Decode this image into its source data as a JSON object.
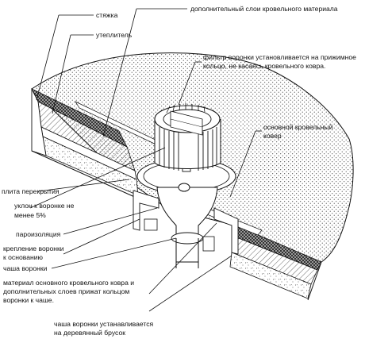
{
  "title": "",
  "labels": {
    "screed": "стяжка",
    "insulation": "утеплитель",
    "extra_layer": "дополнительный слои кровельного материала",
    "filter_line1": "фильтр воронки установливается на прижимное",
    "filter_line2": "кольцо, не касаясь  кровельного ковра.",
    "main_carpet_line1": "основной кровельный",
    "main_carpet_line2": "ковер",
    "slab": "плита перекрытия",
    "slope_line1": "уклон  к воронке не",
    "slope_line2": "менее 5%",
    "vapor_barrier": "пароизоляция",
    "fastening_line1": "крепление воронки",
    "fastening_line2": "к основанию",
    "funnel_bowl": "чаша воронки",
    "material_line1": "материал основного кровельного ковра и",
    "material_line2": "дополнительных слоев  прижат кольцом",
    "material_line3": "воронки к чаше.",
    "bowl_install_line1": "чаша воронки устанавливается",
    "bowl_install_line2": "на деревянный брусок"
  }
}
